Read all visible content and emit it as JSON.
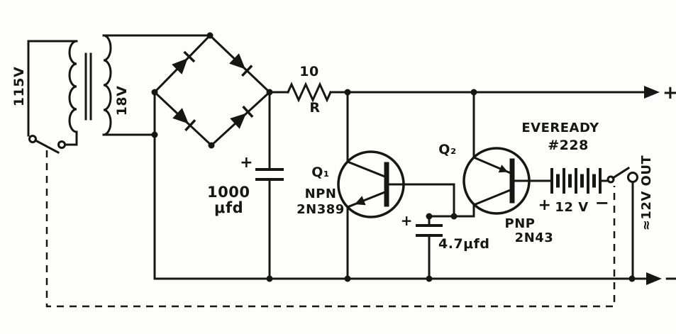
{
  "labels": {
    "mains_voltage": "115V",
    "secondary_voltage": "18V",
    "resistor_value": "10",
    "resistor_ref": "R",
    "filter_cap_polarity": "+",
    "filter_cap_value": "1000",
    "filter_cap_unit": "μfd",
    "q1_ref": "Q₁",
    "q1_type": "NPN",
    "q1_part": "2N389",
    "q2_ref": "Q₂",
    "bypass_cap_polarity": "+",
    "bypass_cap_value": "4.7μfd",
    "q2_type": "PNP",
    "q2_part": "2N43",
    "battery_brand": "EVEREADY",
    "battery_model": "#228",
    "battery_positive": "+",
    "battery_voltage": "12 V",
    "battery_negative": "−",
    "output_label": "≈12V OUT",
    "output_positive": "+",
    "output_negative": "−"
  },
  "colors": {
    "ink": "#161616",
    "background": "#fdfdfb"
  }
}
